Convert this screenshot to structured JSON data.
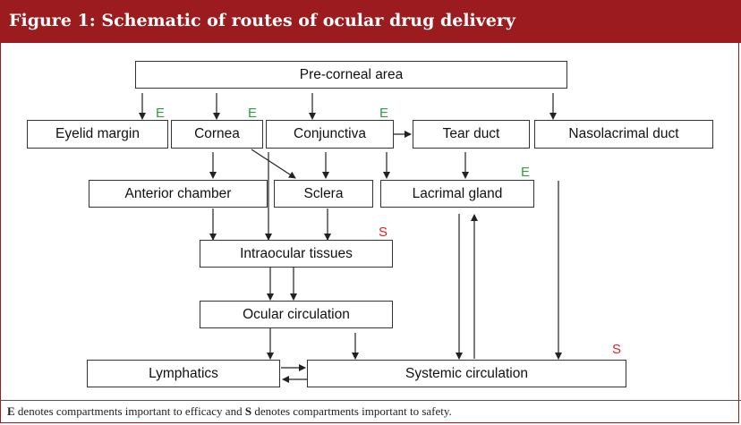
{
  "title": "Figure 1: Schematic of routes of ocular drug delivery",
  "nodes": {
    "pre_corneal": "Pre-corneal area",
    "eyelid": "Eyelid margin",
    "cornea": "Cornea",
    "conjunctiva": "Conjunctiva",
    "tear_duct": "Tear duct",
    "nasolacrimal": "Nasolacrimal duct",
    "anterior_chamber": "Anterior chamber",
    "sclera": "Sclera",
    "lacrimal": "Lacrimal gland",
    "intraocular": "Intraocular tissues",
    "ocular_circ": "Ocular circulation",
    "lymphatics": "Lymphatics",
    "systemic": "Systemic circulation"
  },
  "tags": {
    "efficacy": "E",
    "safety": "S",
    "efficacy_color": "#2e9e3e",
    "safety_color": "#e02020"
  },
  "caption": {
    "e_letter": "E",
    "e_text": " denotes compartments important to efficacy and ",
    "s_letter": "S",
    "s_text": " denotes compartments important to safety."
  }
}
